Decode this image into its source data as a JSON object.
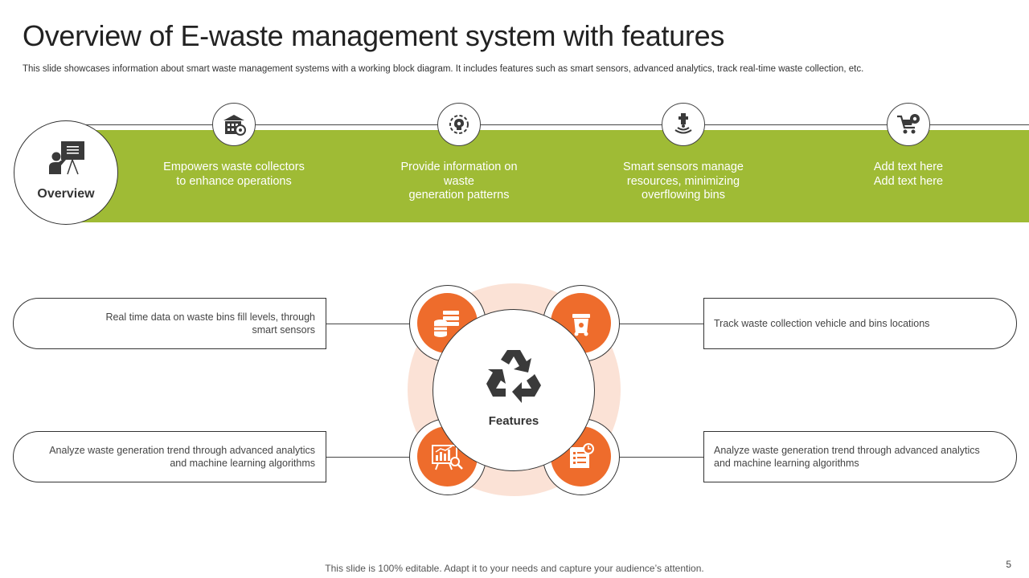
{
  "header": {
    "title": "Overview of E-waste management system with features",
    "subtitle": "This slide showcases information about smart waste management systems with a working block diagram. It includes features such as smart sensors, advanced analytics, track real-time waste collection, etc."
  },
  "overview": {
    "label": "Overview",
    "items": [
      {
        "text": "Empowers waste collectors\nto enhance operations",
        "icon": "building-gear-icon"
      },
      {
        "text": "Provide information on\nwaste\ngeneration patterns",
        "icon": "brain-gear-icon"
      },
      {
        "text": "Smart sensors manage\nresources, minimizing\noverflowing bins",
        "icon": "sensor-signal-icon"
      },
      {
        "text": "Add text here\nAdd text here",
        "icon": "cart-gear-icon"
      }
    ]
  },
  "features": {
    "label": "Features",
    "center_icon": "recycle-icon",
    "items": [
      {
        "text": "Real time data on waste bins fill levels, through smart sensors",
        "icon": "database-icon"
      },
      {
        "text": "Track waste collection vehicle and bins locations",
        "icon": "trash-bin-icon"
      },
      {
        "text": "Analyze waste generation trend through advanced analytics and machine learning algorithms",
        "icon": "analytics-chart-icon"
      },
      {
        "text": "Analyze waste generation trend through advanced analytics and machine learning algorithms",
        "icon": "report-icon"
      }
    ]
  },
  "colors": {
    "band": "#9fbb35",
    "accent": "#ee6c2c",
    "halo": "#fbe2d6",
    "icon_dark": "#3a3a3a"
  },
  "footer": {
    "note": "This slide is 100% editable. Adapt it to your needs and capture your audience’s attention.",
    "page_number": "5"
  }
}
